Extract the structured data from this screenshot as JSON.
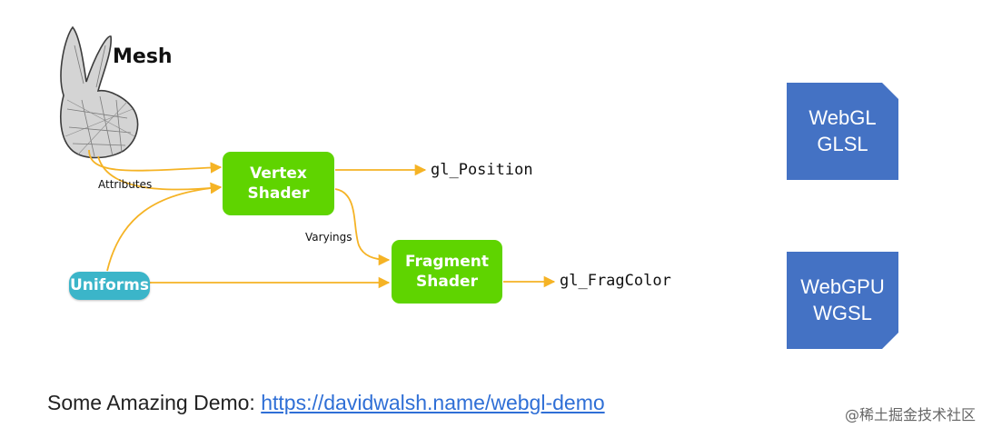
{
  "pipeline": {
    "mesh_label": "Mesh",
    "vertex_shader": {
      "line1": "Vertex",
      "line2": "Shader"
    },
    "fragment_shader": {
      "line1": "Fragment",
      "line2": "Shader"
    },
    "uniforms": "Uniforms",
    "attributes_label": "Attributes",
    "varyings_label": "Varyings",
    "vertex_output": "gl_Position",
    "fragment_output": "gl_FragColor"
  },
  "apis": {
    "webgl": {
      "line1": "WebGL",
      "line2": "GLSL"
    },
    "webgpu": {
      "line1": "WebGPU",
      "line2": "WGSL"
    }
  },
  "footer": {
    "prefix": "Some Amazing Demo: ",
    "link_text": "https://davidwalsh.name/webgl-demo",
    "credit": "@稀土掘金技术社区"
  },
  "colors": {
    "shader_green": "#5fd400",
    "uniforms_teal": "#3bb5c9",
    "api_blue": "#4472c4",
    "arrow_orange": "#f5b325",
    "link_blue": "#2f6fd6"
  }
}
